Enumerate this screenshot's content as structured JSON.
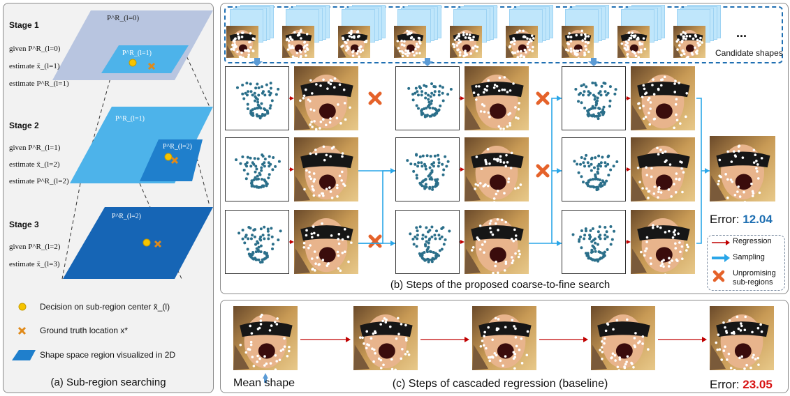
{
  "panel_a": {
    "caption": "(a) Sub-region searching",
    "stages": [
      {
        "title": "Stage 1",
        "lines": [
          "given P^R_(l=0)",
          "estimate x̄_(l=1)",
          "estimate P^R_(l=1)"
        ],
        "outer_label": "P^R_(l=0)",
        "inner_label": "P^R_(l=1)"
      },
      {
        "title": "Stage 2",
        "lines": [
          "given P^R_(l=1)",
          "estimate x̄_(l=2)",
          "estimate P^R_(l=2)"
        ],
        "outer_label": "P^R_(l=1)",
        "inner_label": "P^R_(l=2)"
      },
      {
        "title": "Stage 3",
        "lines": [
          "given P^R_(l=2)",
          "estimate x̄_(l=3)"
        ],
        "outer_label": "P^R_(l=2)"
      }
    ],
    "legend": [
      {
        "icon": "yellow-dot",
        "text": "Decision on sub-region center x̄_(l)"
      },
      {
        "icon": "orange-cross",
        "text": "Ground truth location x*"
      },
      {
        "icon": "blue-parallelogram",
        "text": "Shape space region visualized in 2D"
      }
    ]
  },
  "panel_b": {
    "caption": "(b) Steps of the proposed coarse-to-fine search",
    "candidate_label": "Candidate shapes",
    "ellipsis": "...",
    "error_label": "Error: ",
    "error_value": "12.04",
    "legend": [
      {
        "icon": "red-arrow",
        "text": "Regression"
      },
      {
        "icon": "blue-arrow",
        "text": "Sampling"
      },
      {
        "icon": "orange-x",
        "text": "Unpromising sub-regions"
      }
    ]
  },
  "panel_c": {
    "caption": "(c) Steps of cascaded regression (baseline)",
    "mean_shape_label": "Mean shape",
    "error_label": "Error: ",
    "error_value": "23.05"
  },
  "colors": {
    "stage1_region": "#b8c5e0",
    "stage1_inner": "#4db3ea",
    "stage2_region": "#4db3ea",
    "stage2_inner": "#1f7fcc",
    "stage3_region": "#1665b5",
    "dot_yellow": "#f6c400",
    "cross_orange": "#e08a1a",
    "reject_x": "#e5622a",
    "regression_arrow": "#c00000",
    "sampling_arrow": "#2aa6e8",
    "landmark": "#2b6f8a",
    "error_good": "#1f6fb2",
    "error_bad": "#d81414"
  }
}
